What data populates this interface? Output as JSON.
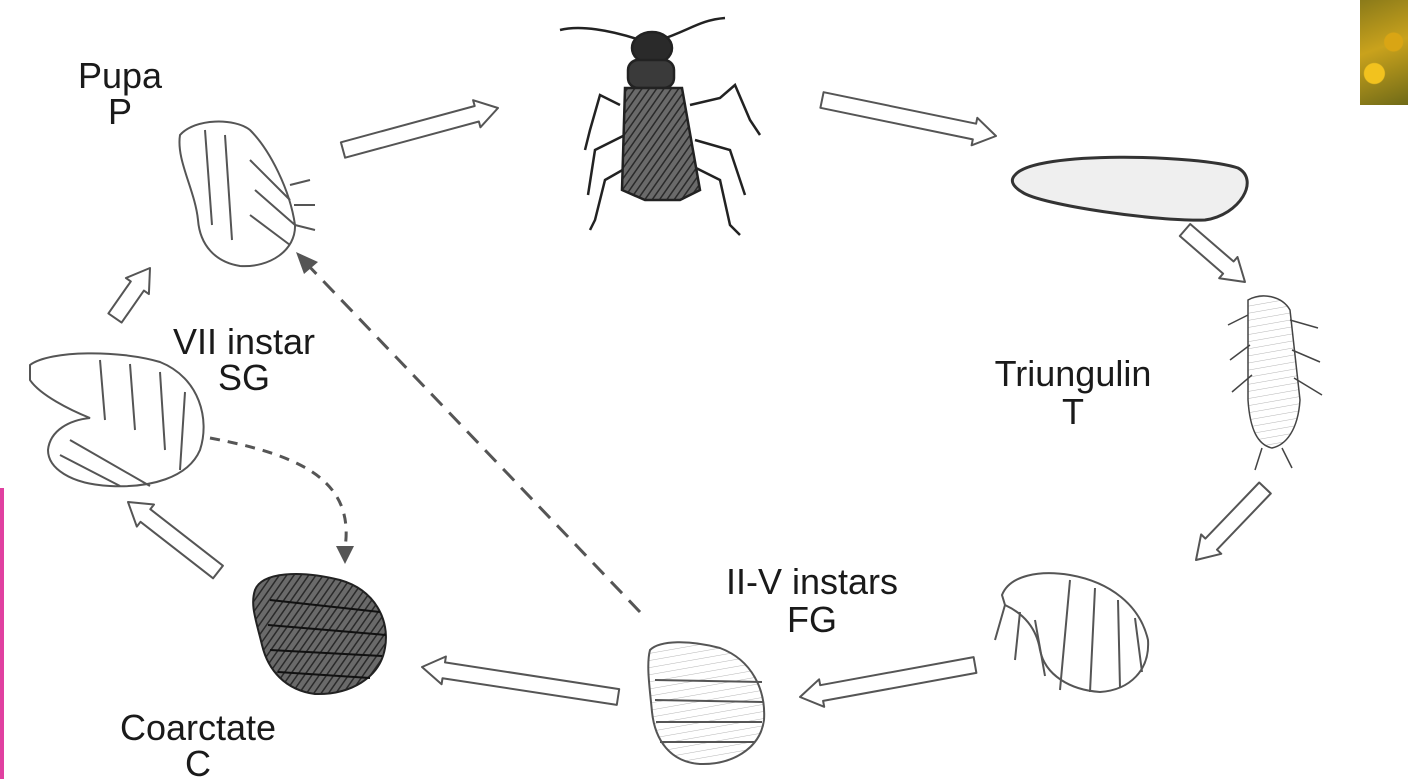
{
  "labels": {
    "pupa": {
      "name": "Pupa",
      "code": "P"
    },
    "seventh_instar": {
      "name": "VII instar",
      "code": "SG"
    },
    "triungulin": {
      "name": "Triungulin",
      "code": "T"
    },
    "second_fifth_instars": {
      "name": "II-V instars",
      "code": "FG"
    },
    "coarctate": {
      "name": "Coarctate",
      "code": "C"
    }
  },
  "colors": {
    "line": "#555555",
    "arrow_fill": "#ffffff",
    "ink": "#1a1a1a",
    "pink_edge": "#e040a0"
  }
}
